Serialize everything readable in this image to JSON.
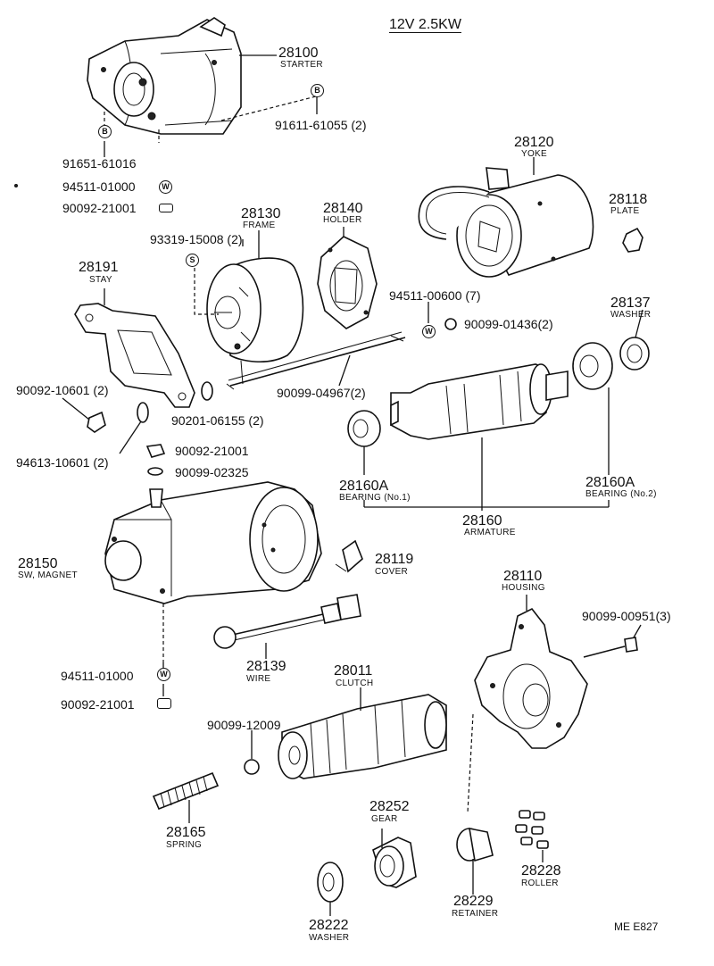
{
  "header": {
    "title": "12V 2.5KW"
  },
  "footer": {
    "code": "ME  E827"
  },
  "markers": {
    "b": "B",
    "w": "W",
    "s": "S"
  },
  "parts": {
    "p28100": {
      "number": "28100",
      "name": "STARTER"
    },
    "p91611": {
      "number": "91611-61055 (2)"
    },
    "p91651": {
      "number": "91651-61016"
    },
    "p94511a": {
      "number": "94511-01000"
    },
    "p90092a": {
      "number": "90092-21001"
    },
    "p28120": {
      "number": "28120",
      "name": "YOKE"
    },
    "p28118": {
      "number": "28118",
      "name": "PLATE"
    },
    "p28130": {
      "number": "28130",
      "name": "FRAME"
    },
    "p28140": {
      "number": "28140",
      "name": "HOLDER"
    },
    "p93319": {
      "number": "93319-15008 (2)"
    },
    "p28191": {
      "number": "28191",
      "name": "STAY"
    },
    "p94511b": {
      "number": "94511-00600 (7)"
    },
    "p90099a": {
      "number": "90099-01436(2)"
    },
    "p28137": {
      "number": "28137",
      "name": "WASHER"
    },
    "p90099b": {
      "number": "90099-04967(2)"
    },
    "p90092b": {
      "number": "90092-10601 (2)"
    },
    "p90201": {
      "number": "90201-06155 (2)"
    },
    "p94613": {
      "number": "94613-10601 (2)"
    },
    "p90092c": {
      "number": "90092-21001"
    },
    "p90099c": {
      "number": "90099-02325"
    },
    "p28160a1": {
      "number": "28160A",
      "name": "BEARING (No.1)"
    },
    "p28160a2": {
      "number": "28160A",
      "name": "BEARING (No.2)"
    },
    "p28160": {
      "number": "28160",
      "name": "ARMATURE"
    },
    "p28150": {
      "number": "28150",
      "name": "SW, MAGNET"
    },
    "p28119": {
      "number": "28119",
      "name": "COVER"
    },
    "p28110": {
      "number": "28110",
      "name": "HOUSING"
    },
    "p90099d": {
      "number": "90099-00951(3)"
    },
    "p28139": {
      "number": "28139",
      "name": "WIRE"
    },
    "p94511c": {
      "number": "94511-01000"
    },
    "p90092d": {
      "number": "90092-21001"
    },
    "p28011": {
      "number": "28011",
      "name": "CLUTCH"
    },
    "p90099e": {
      "number": "90099-12009"
    },
    "p28165": {
      "number": "28165",
      "name": "SPRING"
    },
    "p28252": {
      "number": "28252",
      "name": "GEAR"
    },
    "p28228": {
      "number": "28228",
      "name": "ROLLER"
    },
    "p28229": {
      "number": "28229",
      "name": "RETAINER"
    },
    "p28222": {
      "number": "28222",
      "name": "WASHER"
    }
  }
}
